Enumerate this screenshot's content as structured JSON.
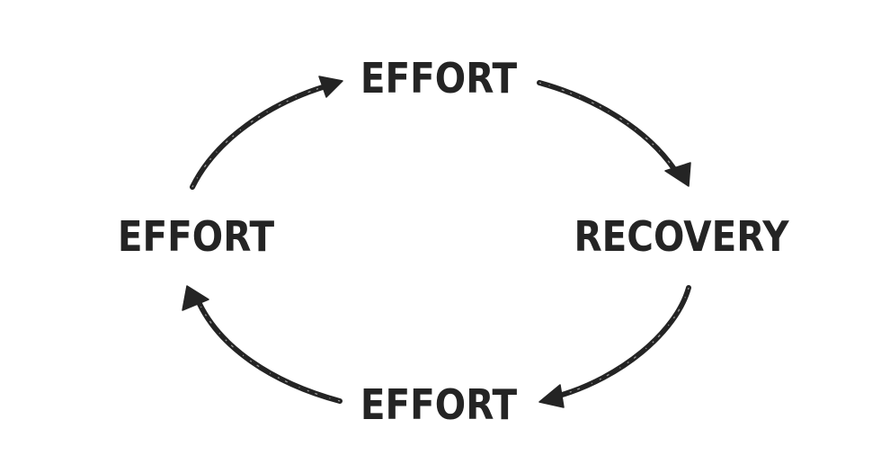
{
  "diagram": {
    "type": "cycle",
    "nodes": [
      {
        "id": "top",
        "label": "EFFORT"
      },
      {
        "id": "right",
        "label": "RECOVERY"
      },
      {
        "id": "bottom",
        "label": "EFFORT"
      },
      {
        "id": "left",
        "label": "EFFORT"
      }
    ],
    "edges": [
      {
        "from": "left",
        "to": "top"
      },
      {
        "from": "top",
        "to": "right"
      },
      {
        "from": "right",
        "to": "bottom"
      },
      {
        "from": "bottom",
        "to": "left"
      }
    ],
    "direction": "clockwise",
    "colors": {
      "ink": "#242424",
      "background": "#ffffff"
    }
  }
}
